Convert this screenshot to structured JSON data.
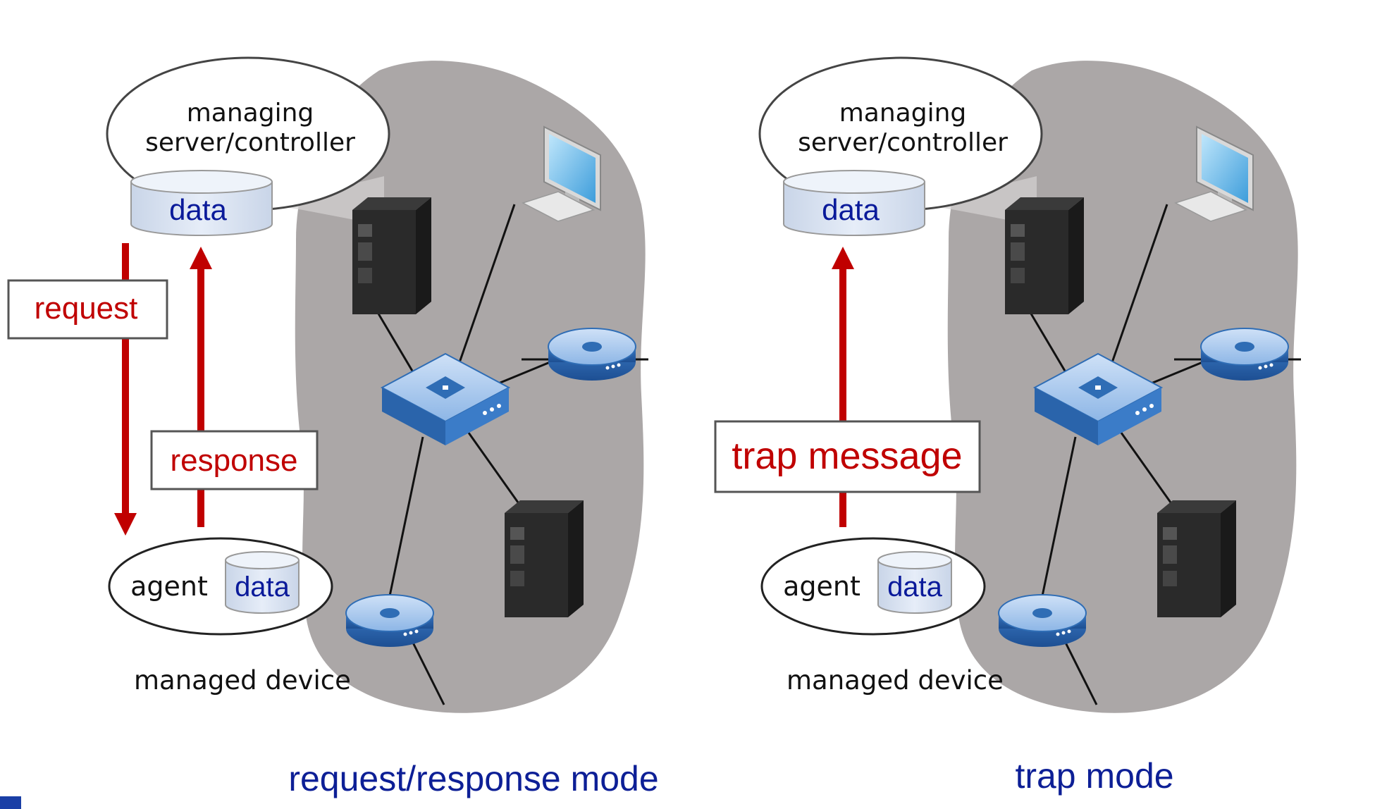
{
  "left_panel": {
    "manager_label_line1": "managing",
    "manager_label_line2": "server/controller",
    "manager_data_label": "data",
    "request_label": "request",
    "response_label": "response",
    "agent_label": "agent",
    "agent_data_label": "data",
    "managed_device_label": "managed device",
    "caption": "request/response mode"
  },
  "right_panel": {
    "manager_label_line1": "managing",
    "manager_label_line2": "server/controller",
    "manager_data_label": "data",
    "trap_label": "trap message",
    "agent_label": "agent",
    "agent_data_label": "data",
    "managed_device_label": "managed device",
    "caption": "trap mode"
  },
  "colors": {
    "arrow_red": "#c00000",
    "caption_blue": "#0d1f96",
    "data_text_blue": "#0a1a9a",
    "cloud_gray": "#aba7a7",
    "cylinder_fill": "#dde6f3",
    "device_blue": "#2f6db5"
  },
  "icons": [
    "server-tower-icon",
    "desktop-computer-icon",
    "router-hub-icon",
    "switch-puck-icon"
  ]
}
